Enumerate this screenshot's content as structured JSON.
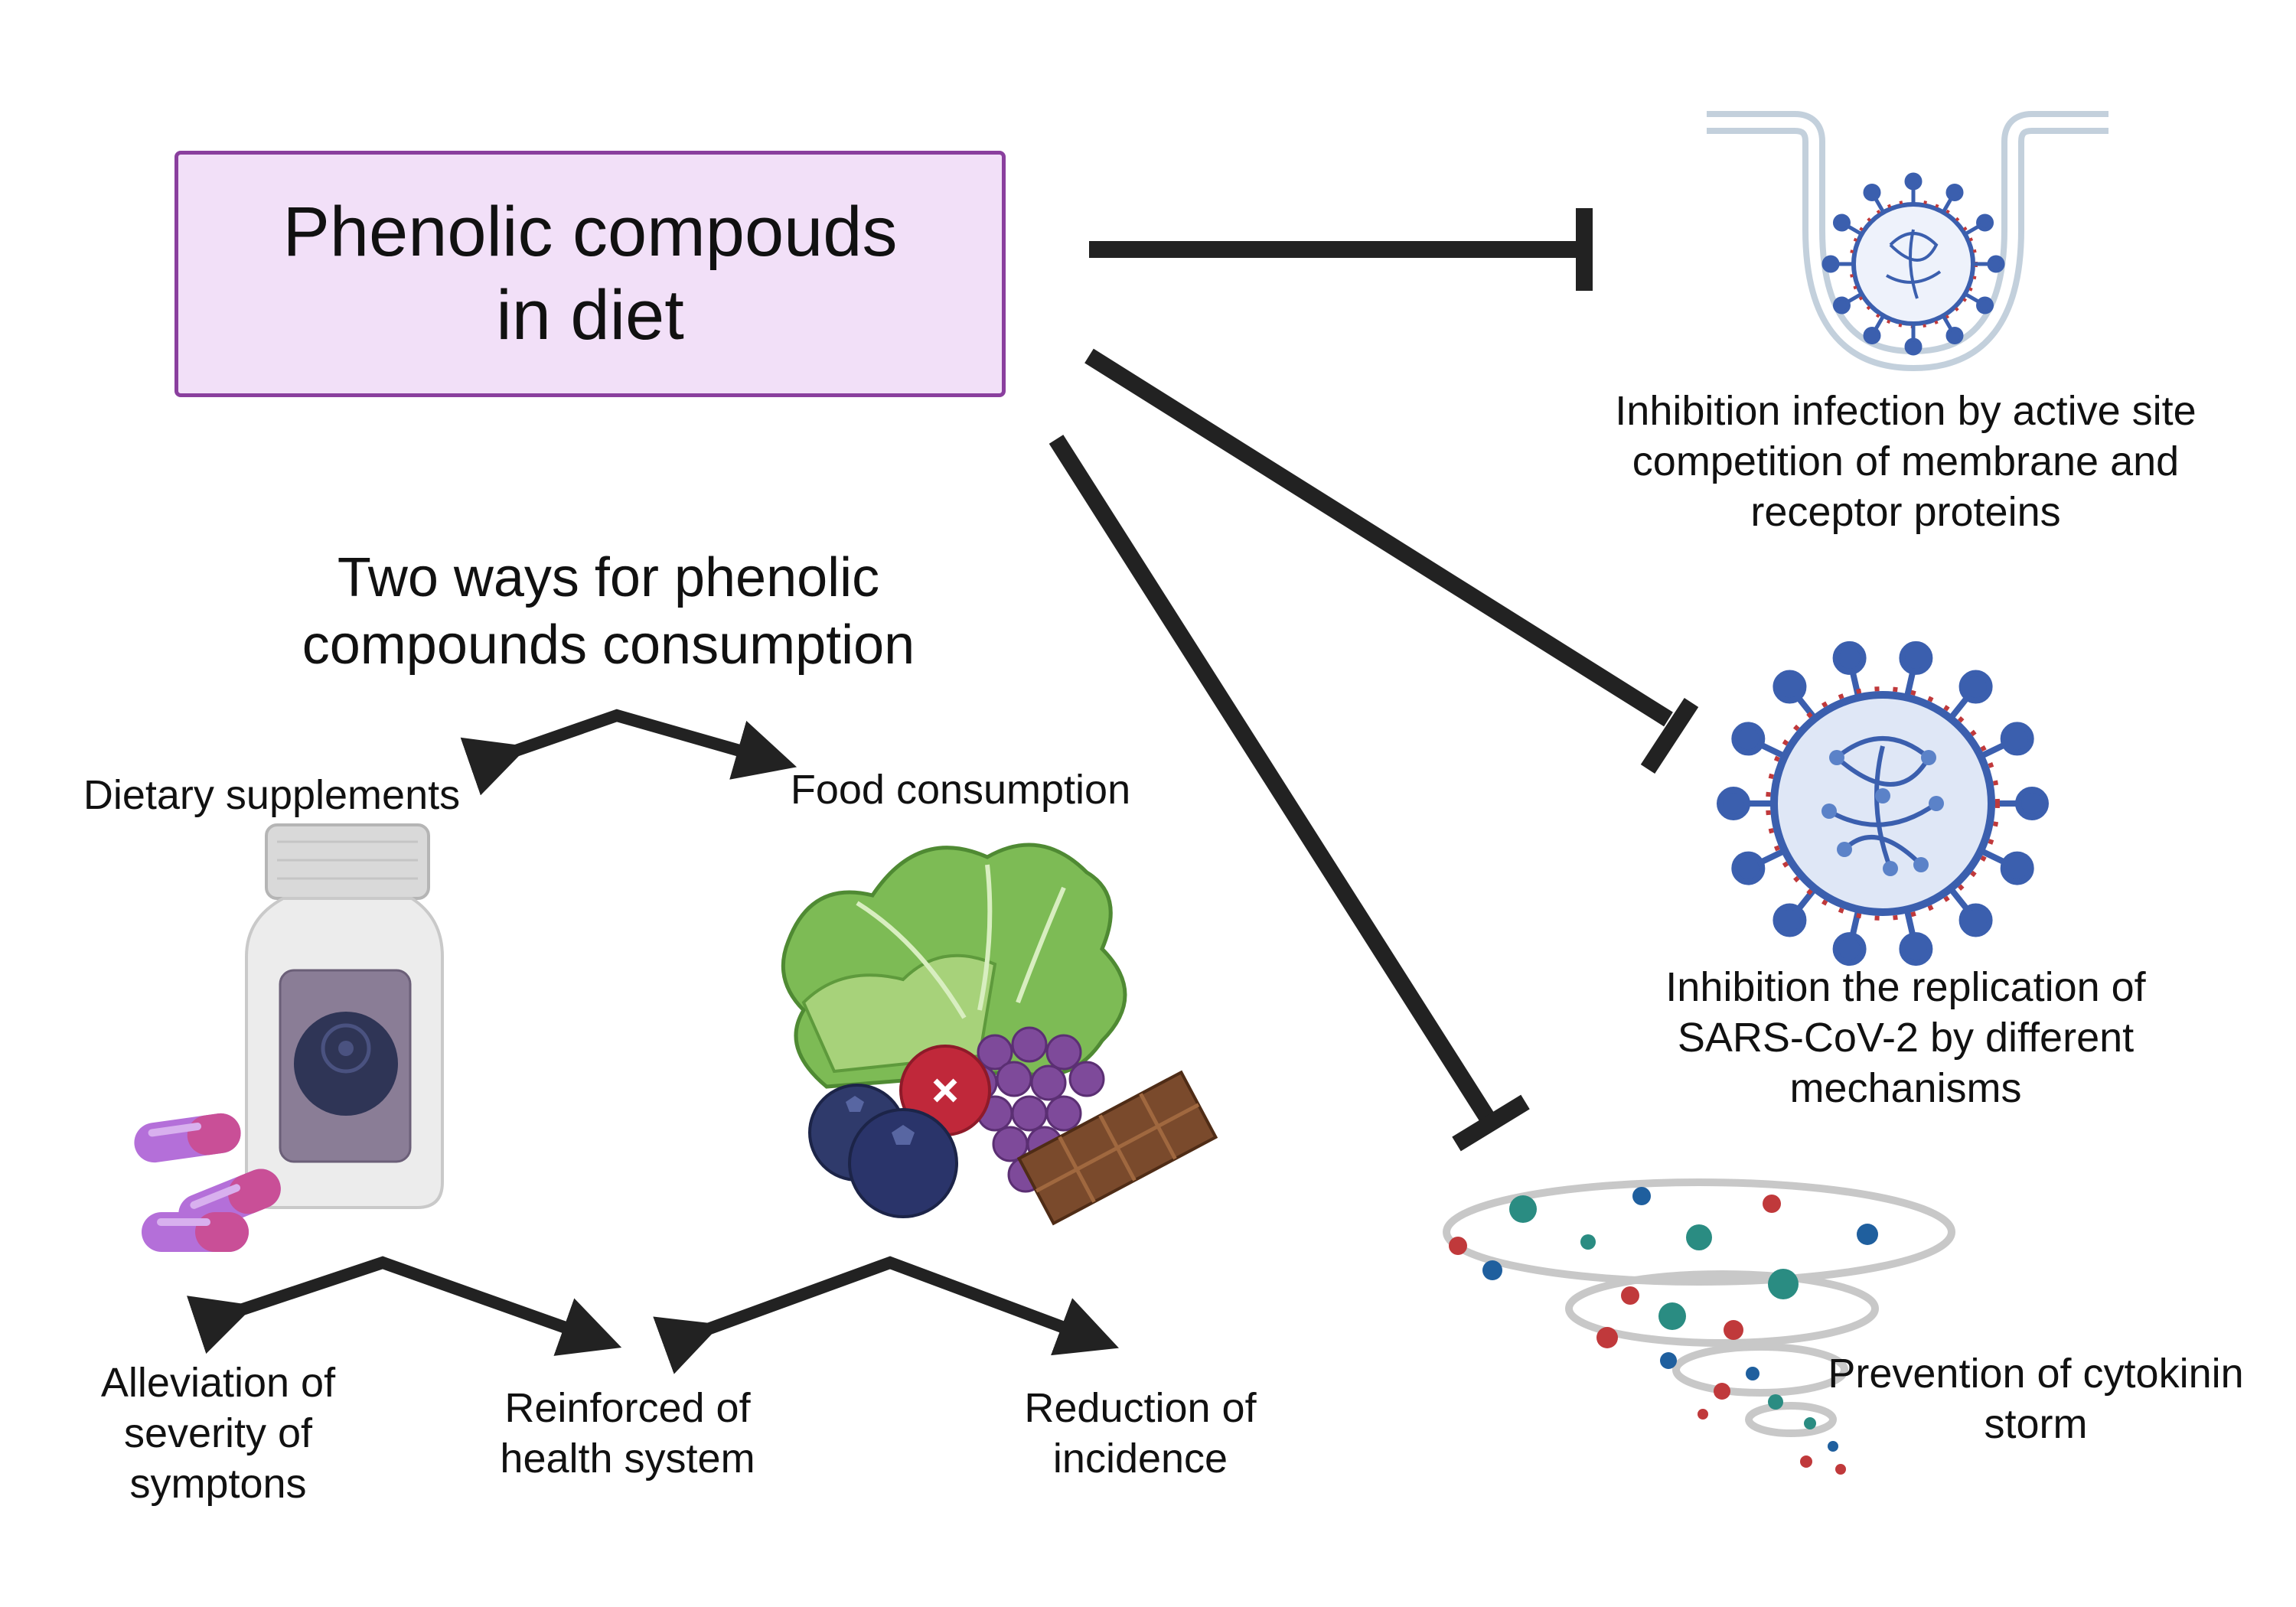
{
  "title": "Phenolic compouds\nin diet",
  "two_ways": "Two ways for phenolic\ncompounds consumption",
  "dietary_supplements": "Dietary supplements",
  "food_consumption": "Food consumption",
  "alleviation": "Alleviation of\nseverity of\nsymptons",
  "reinforced": "Reinforced of\nhealth system",
  "reduction": "Reduction of\nincidence",
  "inhibition_infection": "Inhibition infection by active site\ncompetition of membrane and\nreceptor proteins",
  "inhibition_replication": "Inhibition the replication of\nSARS-CoV-2 by different\nmechanisms",
  "prevention": "Prevention of cytokinin\nstorm",
  "colors": {
    "title_fill": "#f2e0f8",
    "title_border": "#8a3f9e",
    "arrow": "#222222",
    "virus_blue": "#3b5fae",
    "virus_red": "#c0393b",
    "storm_teal": "#2a8c82"
  }
}
